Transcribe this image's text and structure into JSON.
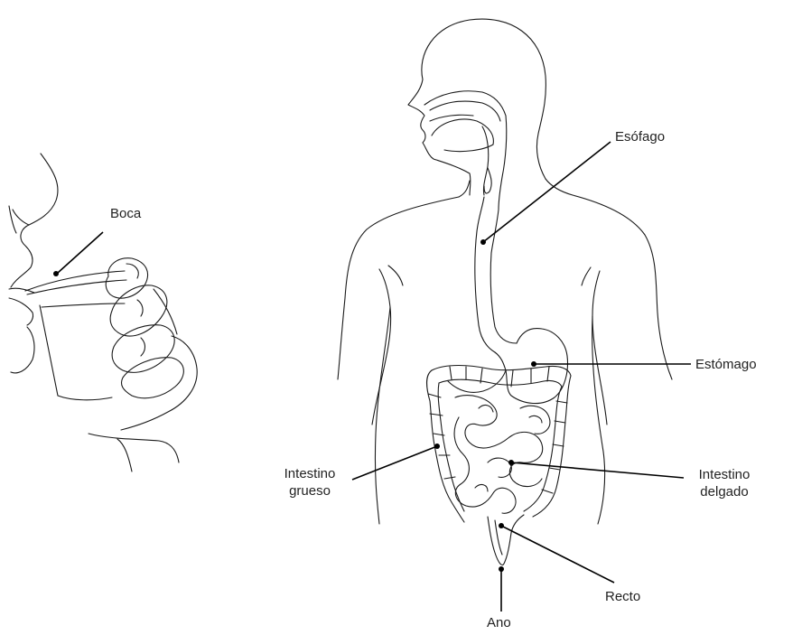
{
  "labels": {
    "boca": "Boca",
    "esofago": "Esófago",
    "estomago": "Estómago",
    "intestino_grueso_l1": "Intestino",
    "intestino_grueso_l2": "grueso",
    "intestino_delgado_l1": "Intestino",
    "intestino_delgado_l2": "delgado",
    "recto": "Recto",
    "ano": "Ano"
  },
  "colors": {
    "line": "#1a1a1a",
    "text": "#222222",
    "background": "#ffffff"
  }
}
